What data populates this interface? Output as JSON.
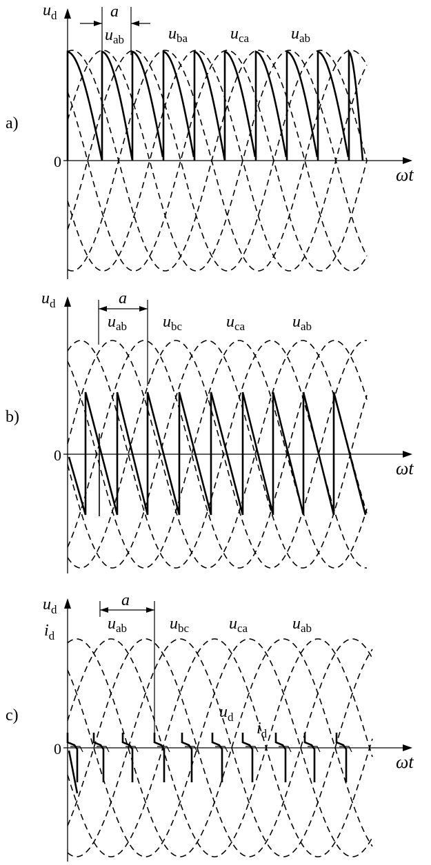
{
  "panels": [
    {
      "label": "a)",
      "y_axis_label": [
        "u",
        "d"
      ],
      "x_axis_label": "ωt",
      "origin_label": "0",
      "angle_label": "a",
      "phase_labels": [
        [
          "u",
          "ab"
        ],
        [
          "u",
          "ba"
        ],
        [
          "u",
          "ca"
        ],
        [
          "u",
          "ab"
        ]
      ]
    },
    {
      "label": "b)",
      "y_axis_label": [
        "u",
        "d"
      ],
      "x_axis_label": "ωt",
      "origin_label": "0",
      "angle_label": "a",
      "phase_labels": [
        [
          "u",
          "ab"
        ],
        [
          "u",
          "bc"
        ],
        [
          "u",
          "ca"
        ],
        [
          "u",
          "ab"
        ]
      ]
    },
    {
      "label": "c)",
      "y_axis_label": [
        "u",
        "d"
      ],
      "y_axis_label2": [
        "i",
        "d"
      ],
      "x_axis_label": "ωt",
      "origin_label": "0",
      "angle_label": "a",
      "phase_labels": [
        [
          "u",
          "ab"
        ],
        [
          "u",
          "bc"
        ],
        [
          "u",
          "ca"
        ],
        [
          "u",
          "ab"
        ]
      ],
      "curve_labels": [
        [
          "u",
          "d"
        ],
        [
          "i",
          "d"
        ]
      ]
    }
  ]
}
